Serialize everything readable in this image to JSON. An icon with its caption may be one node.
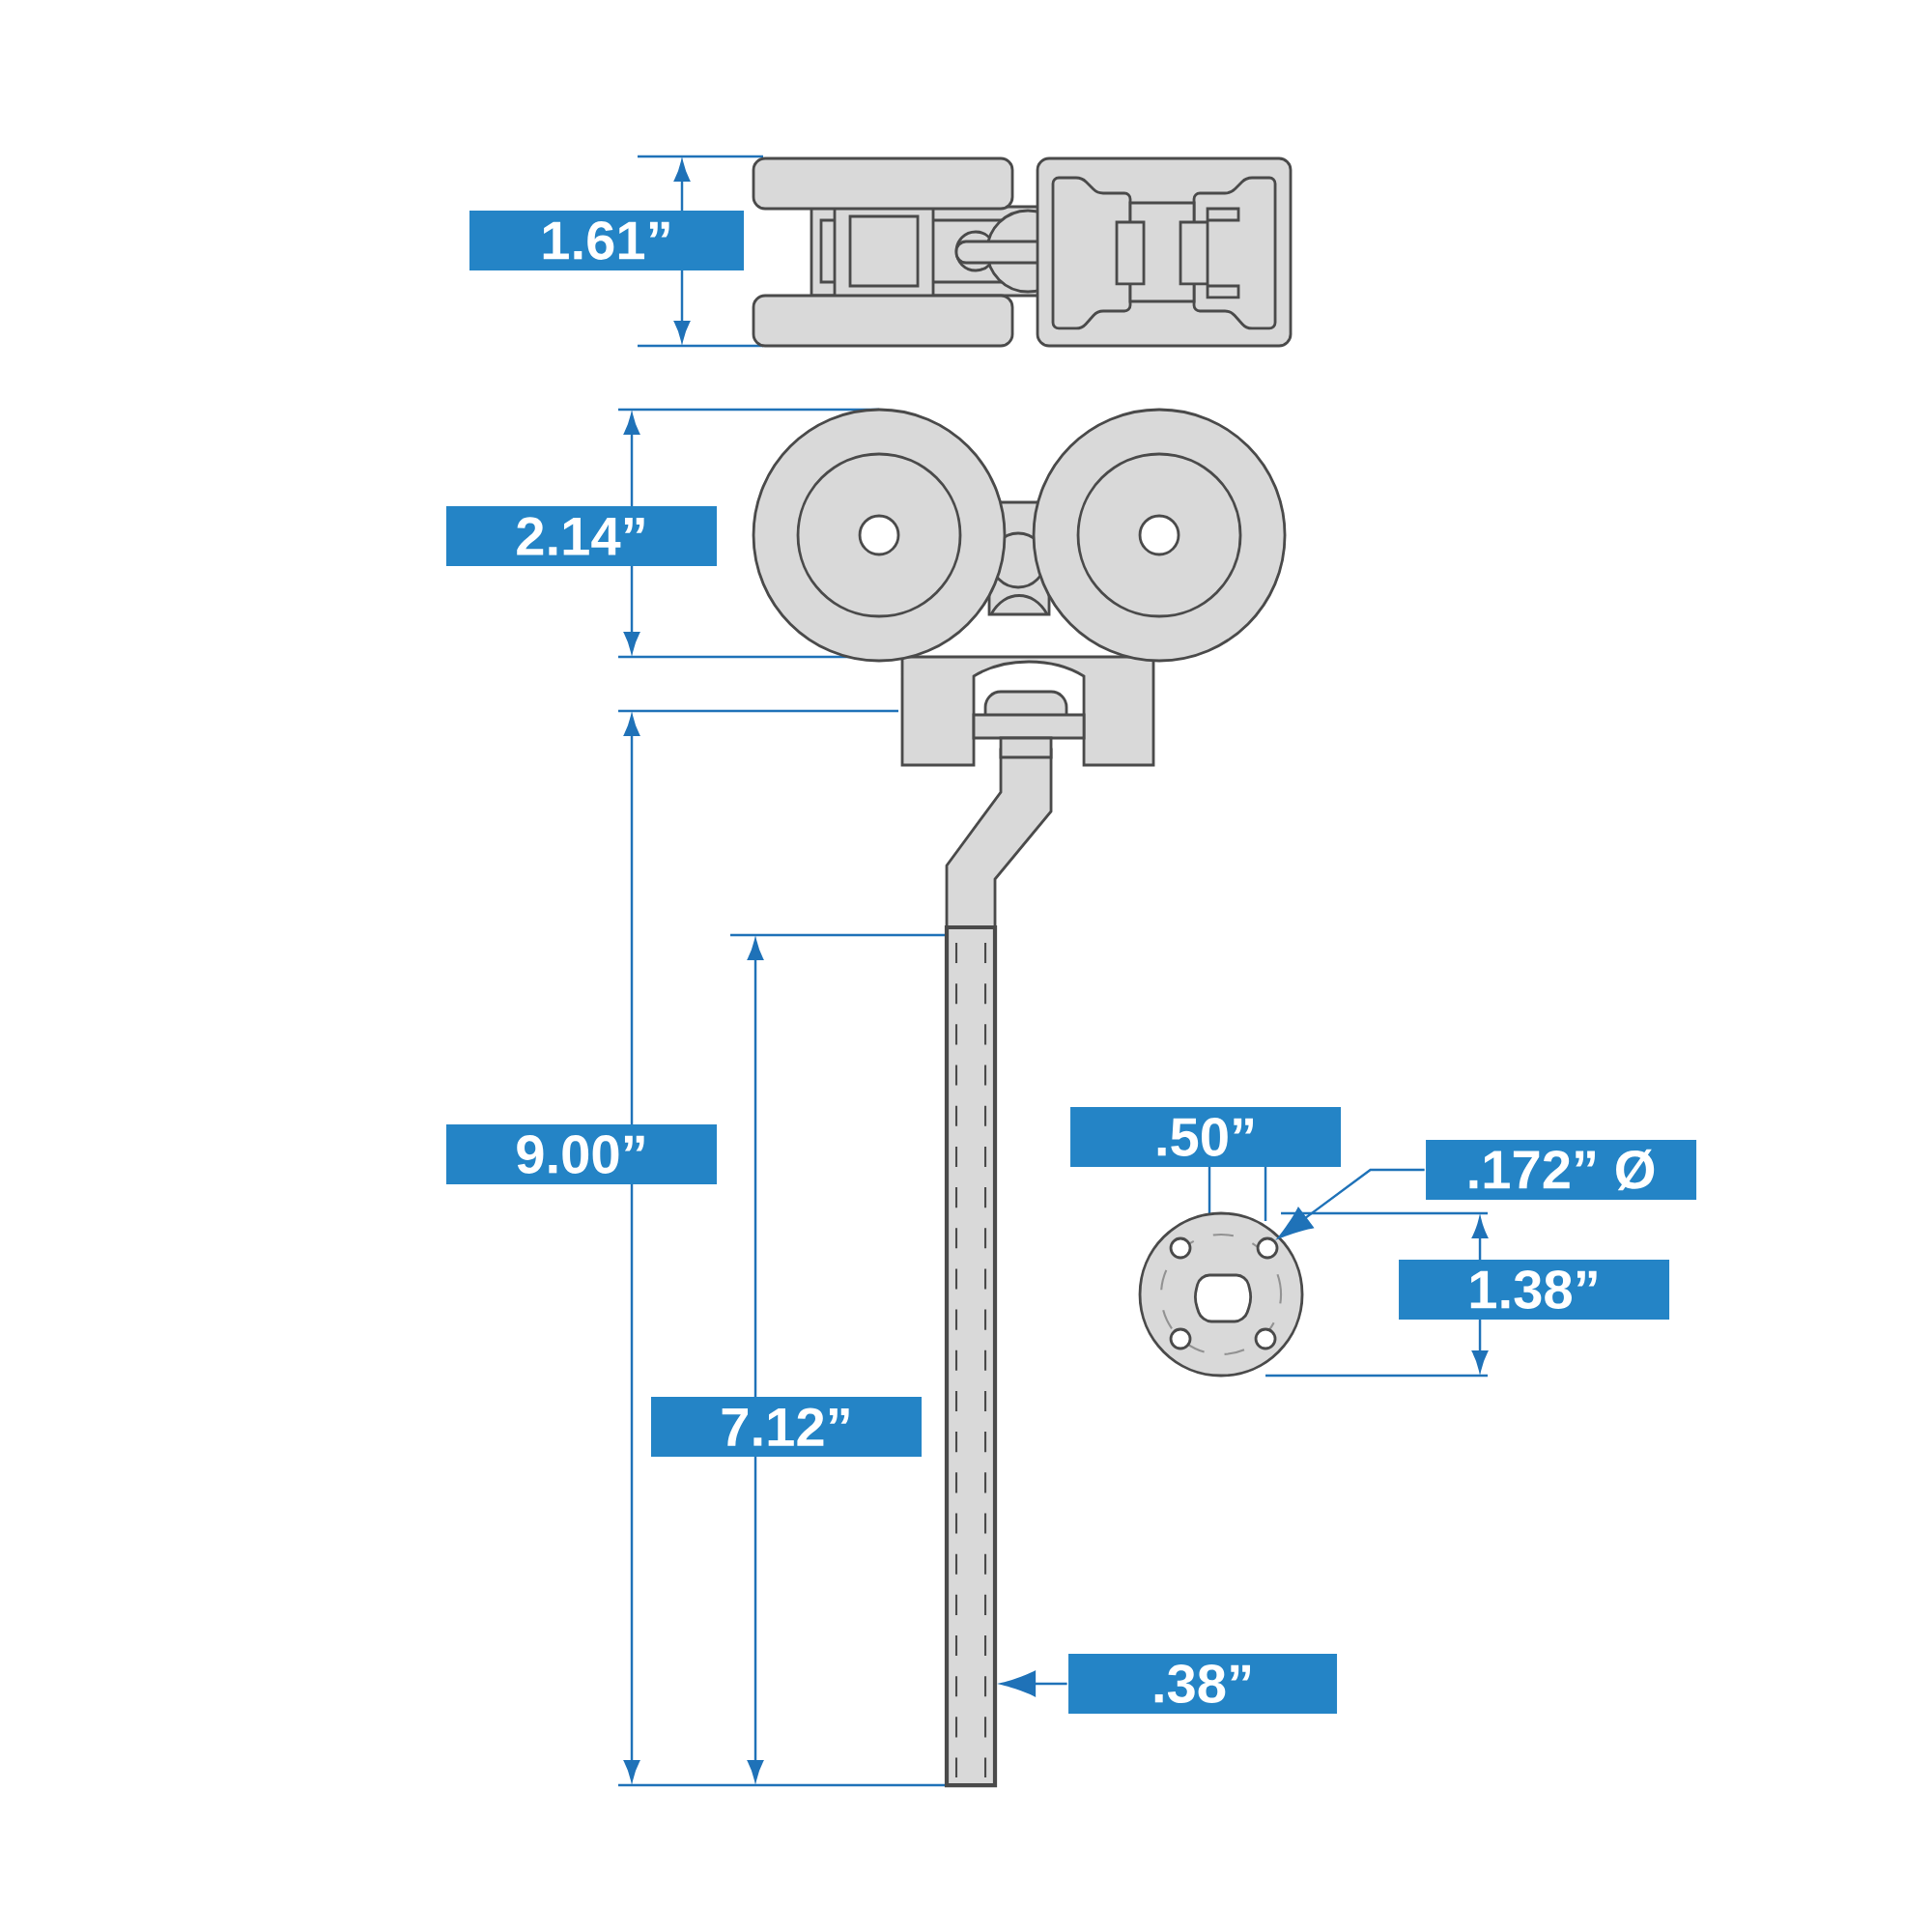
{
  "diagram": {
    "nodes": [
      {
        "text": [
          "1.61”"
        ]
      },
      {
        "text": [
          "2.14”"
        ]
      },
      {
        "text": [
          ".50”"
        ]
      },
      {
        "text": [
          ".172” Ø"
        ]
      },
      {
        "text": [
          "9.00”"
        ]
      },
      {
        "text": [
          "1.38”"
        ]
      },
      {
        "text": [
          "7.12”"
        ]
      },
      {
        "text": [
          ".38”"
        ]
      },
      {
        "text": [],
        "shape": "circle"
      },
      {
        "text": [],
        "shape": "bar"
      }
    ],
    "edges": [
      {
        "from": 3,
        "to": 8,
        "arrow": "to"
      },
      {
        "from": 7,
        "to": 9,
        "arrow": "to"
      }
    ]
  }
}
